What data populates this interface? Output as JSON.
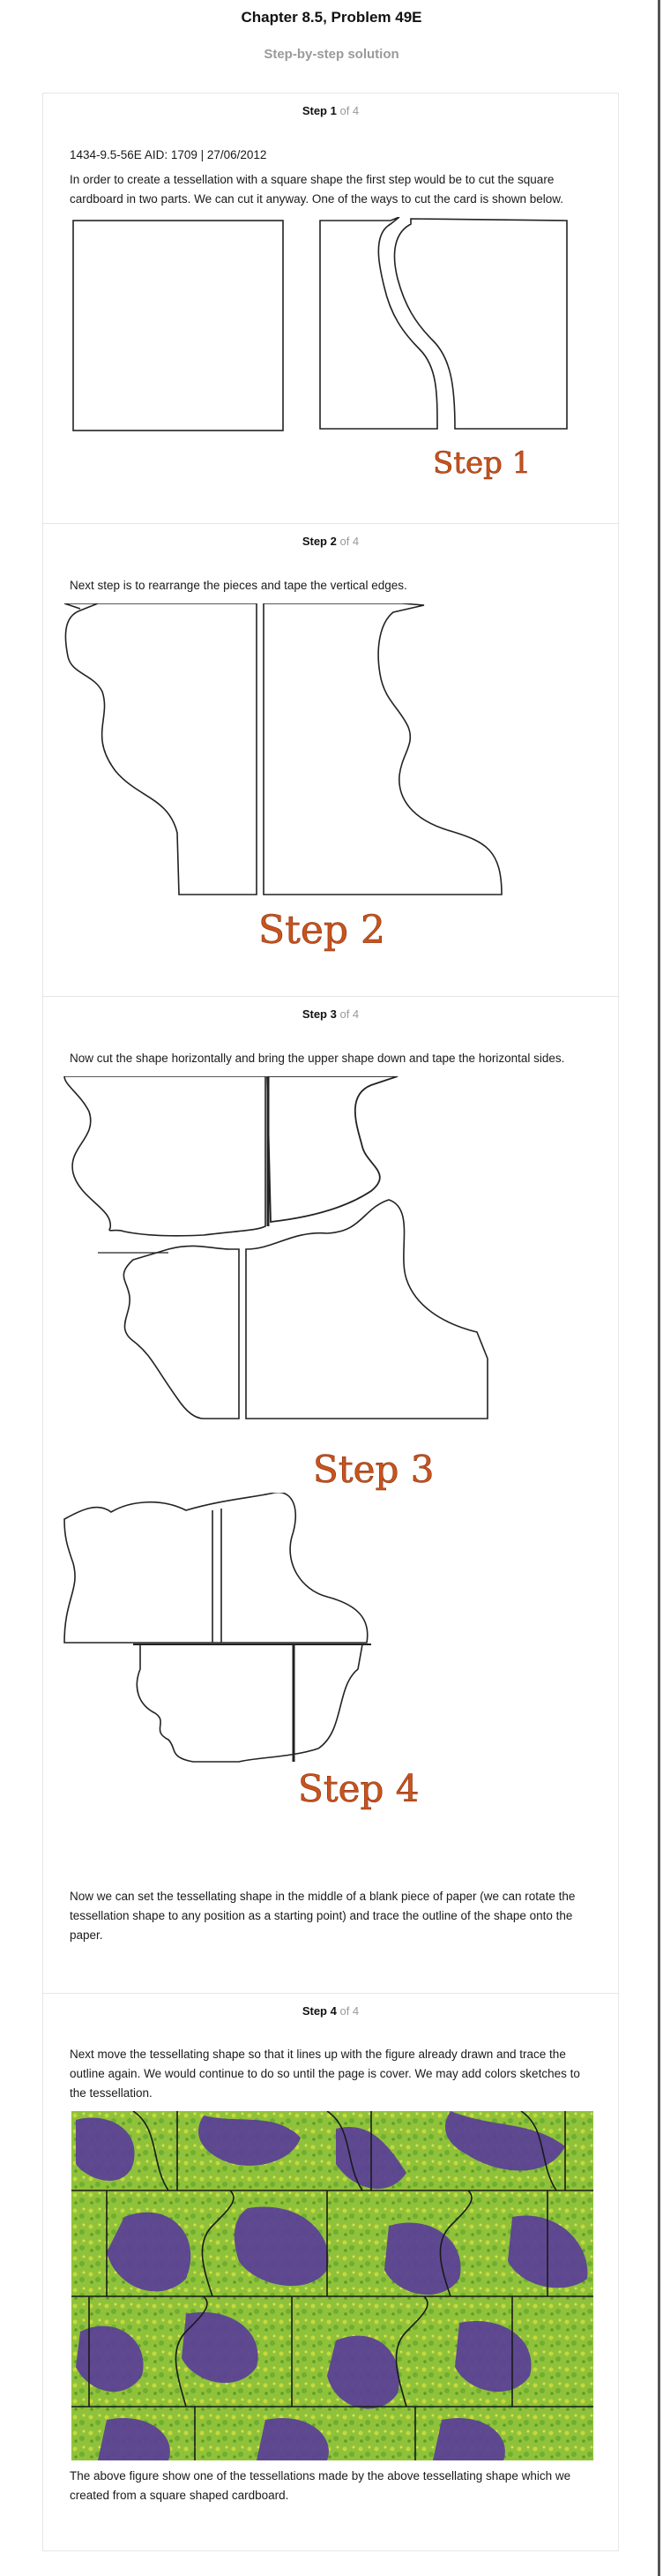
{
  "header": {
    "title": "Chapter 8.5, Problem 49E",
    "subtitle": "Step-by-step solution"
  },
  "steps": [
    {
      "label": "Step 1",
      "of": "of 4",
      "meta": "1434-9.5-56E AID: 1709 | 27/06/2012",
      "text": "In order to create a tessellation with a square shape the first step would be to cut the square cardboard in two parts. We can cut it anyway. One of the ways to cut the card is shown below.",
      "caption": "Step 1"
    },
    {
      "label": "Step 2",
      "of": "of 4",
      "text": "Next step is to rearrange the pieces and tape the vertical edges.",
      "caption": "Step 2"
    },
    {
      "label": "Step 3",
      "of": "of 4",
      "text": "Now cut the shape horizontally and bring the upper shape down and tape the horizontal sides.",
      "caption": "Step 3",
      "caption2": "Step 4",
      "text2": "Now we can set the tessellating shape in the middle of a blank piece of paper (we can rotate the tessellation shape to any position as a starting point) and trace the outline of the shape onto the paper."
    },
    {
      "label": "Step 4",
      "of": "of 4",
      "text": "Next move the tessellating shape so that it lines up with the figure already drawn and trace the outline again. We would continue to do so until the page is cover. We may add colors sketches to the tessellation.",
      "text2": "The above figure show one of the tessellations made by the above tessellating shape which we created from a square shaped cardboard."
    }
  ],
  "colors": {
    "caption": "#c8541d",
    "tessellation_green": "#8fc23a",
    "tessellation_purple": "#5a3e98"
  }
}
